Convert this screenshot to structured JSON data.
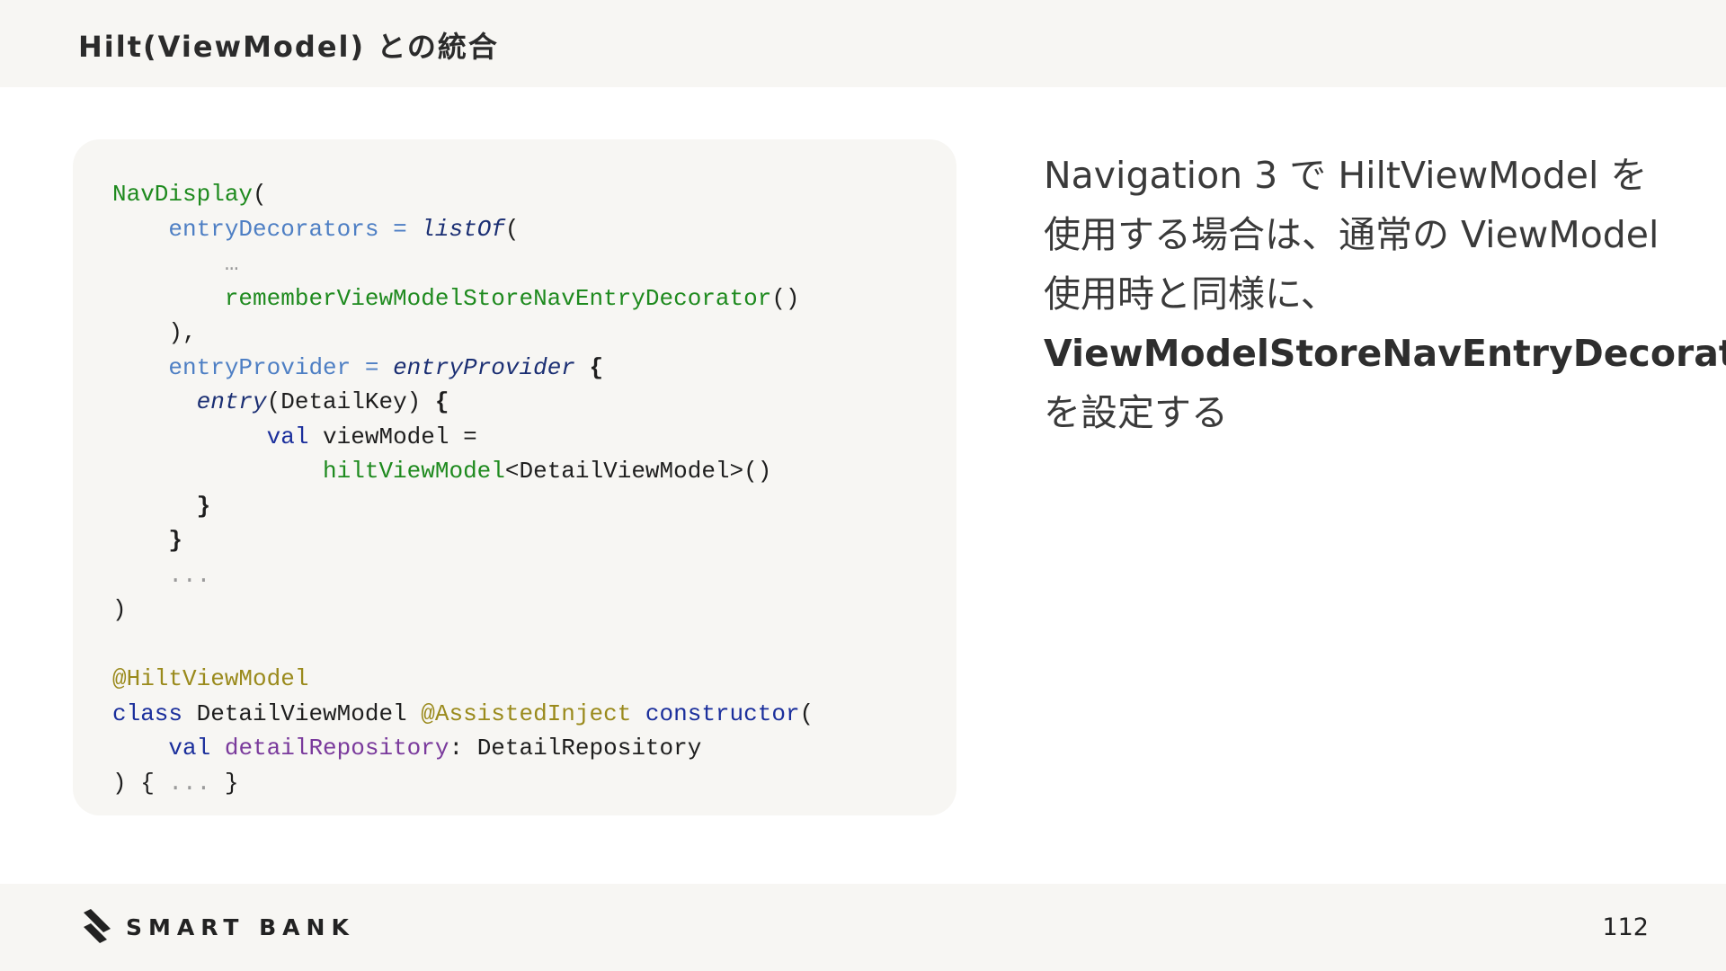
{
  "header": {
    "title": "Hilt(ViewModel) との統合"
  },
  "code": {
    "l1_fn": "NavDisplay",
    "l1_paren": "(",
    "l2_indent": "    ",
    "l2_param": "entryDecorators",
    "l2_eq": " = ",
    "l2_fn": "listOf",
    "l2_paren": "(",
    "l3_indent": "        ",
    "l3_ellipsis": "…",
    "l4_indent": "        ",
    "l4_fn": "rememberViewModelStoreNavEntryDecorator",
    "l4_parens": "()",
    "l5_text": "    ),",
    "l6_indent": "    ",
    "l6_param": "entryProvider",
    "l6_eq": " = ",
    "l6_fn": "entryProvider",
    "l6_brace": " {",
    "l7_indent": "      ",
    "l7_fn": "entry",
    "l7_arg": "(DetailKey) ",
    "l7_brace": "{",
    "l8_indent": "           ",
    "l8_kw": "val",
    "l8_text": " viewModel =",
    "l9_indent": "               ",
    "l9_fn": "hiltViewModel",
    "l9_text": "<DetailViewModel>()",
    "l10_indent": "      ",
    "l10_brace": "}",
    "l11_indent": "    ",
    "l11_brace": "}",
    "l12_indent": "    ",
    "l12_ellipsis": "...",
    "l13_text": ")",
    "l15_anno": "@HiltViewModel",
    "l16_kw": "class",
    "l16_name": " DetailViewModel ",
    "l16_anno": "@AssistedInject",
    "l16_ctor": " constructor",
    "l16_paren": "(",
    "l17_indent": "    ",
    "l17_kw": "val",
    "l17_prop": " detailRepository",
    "l17_type": ": DetailRepository",
    "l18_open": ") { ",
    "l18_ellipsis": "...",
    "l18_close": " }"
  },
  "description": {
    "part1": "Navigation 3 で HiltViewModel を使用する場合は、通常の ViewModel 使用時と同様に、",
    "highlight": "ViewModelStoreNavEntryDecorator",
    "part2": " を設定する"
  },
  "footer": {
    "brand": "SMART BANK",
    "logo_icon": "smartbank-logo-icon",
    "page_number": "112"
  },
  "colors": {
    "header_bg": "#f7f6f3",
    "panel_bg": "#f7f6f3",
    "code_green": "#1e8a1e",
    "code_param": "#4e7fc4",
    "code_keyword": "#1b2f9c",
    "code_annotation": "#9a8a1c",
    "code_property": "#7a3a9c"
  }
}
